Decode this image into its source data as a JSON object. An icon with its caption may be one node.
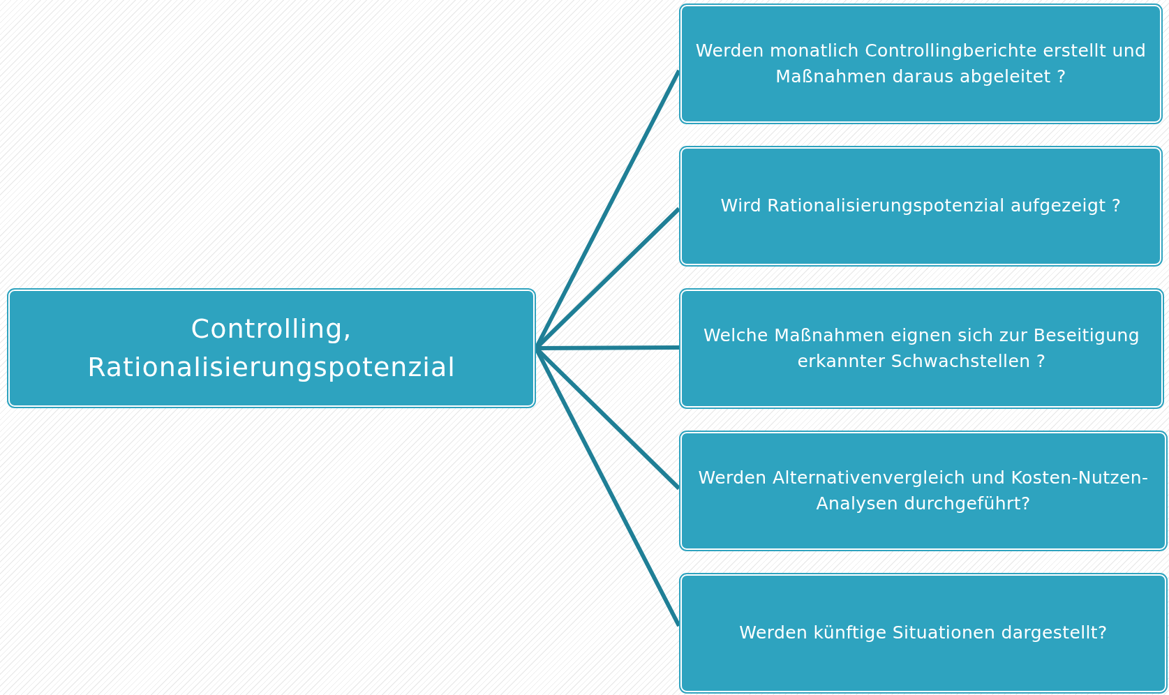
{
  "diagram": {
    "nodes": [
      {
        "text": [
          "Controlling, Rationalisierungspotenzial"
        ]
      },
      {
        "text": [
          "Werden monatlich Controllingberichte erstellt und Maßnahmen daraus abgeleitet ?"
        ]
      },
      {
        "text": [
          "Wird Rationalisierungspotenzial aufgezeigt ?"
        ]
      },
      {
        "text": [
          "Welche Maßnahmen eignen sich zur Beseitigung erkannter Schwachstellen ?"
        ]
      },
      {
        "text": [
          "Werden Alternativenvergleich und Kosten-Nutzen-Analysen durchgeführt?"
        ]
      },
      {
        "text": [
          "Werden künftige Situationen dargestellt?"
        ]
      }
    ],
    "edges": [
      {
        "from": 0,
        "to": 1,
        "arrow": "none"
      },
      {
        "from": 0,
        "to": 2,
        "arrow": "none"
      },
      {
        "from": 0,
        "to": 3,
        "arrow": "none"
      },
      {
        "from": 0,
        "to": 4,
        "arrow": "none"
      },
      {
        "from": 0,
        "to": 5,
        "arrow": "none"
      }
    ]
  }
}
